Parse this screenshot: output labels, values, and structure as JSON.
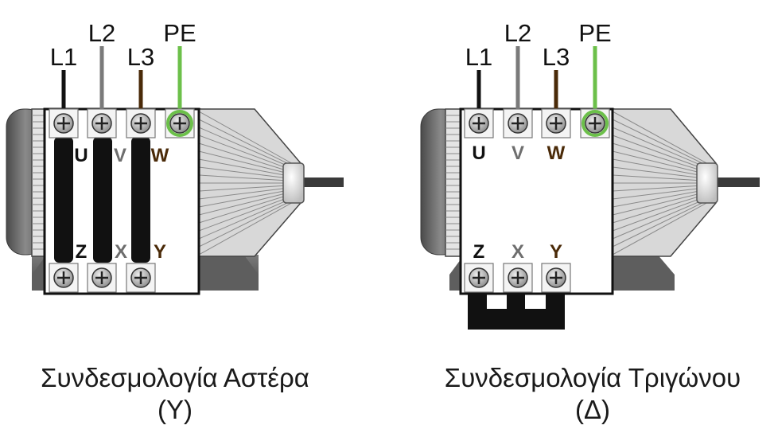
{
  "wire_labels": [
    "L1",
    "L2",
    "L3",
    "PE"
  ],
  "terminal_top_labels": [
    "U",
    "V",
    "W"
  ],
  "terminal_bottom_labels": [
    "Z",
    "X",
    "Y"
  ],
  "colors": {
    "L1": "#111111",
    "L2": "#7a7a7a",
    "L3": "#4a2a08",
    "PE": "#6cc04a",
    "U": "#111111",
    "V": "#6e6e6e",
    "W": "#4a2a08",
    "Z": "#111111",
    "X": "#6e6e6e",
    "Y": "#4a2a08"
  },
  "star": {
    "caption_line1": "Συνδεσμολογία Αστέρα",
    "caption_line2": "(Y)"
  },
  "delta": {
    "caption_line1": "Συνδεσμολογία Τριγώνου",
    "caption_line2": "(Δ)"
  }
}
